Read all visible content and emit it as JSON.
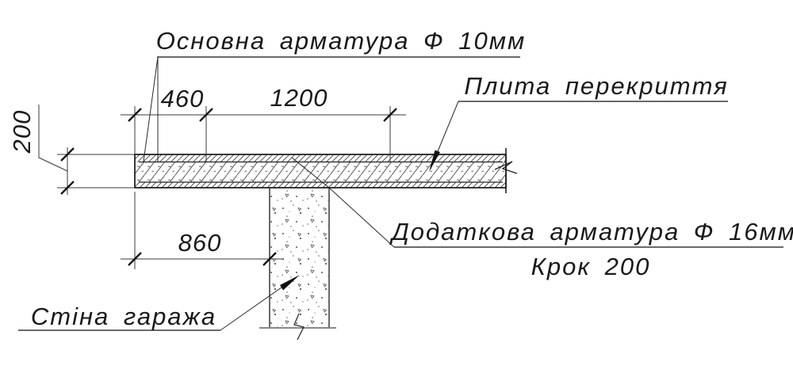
{
  "drawing": {
    "type": "structural-detail-section",
    "labels": {
      "main_rebar": "Основна арматура Ф 10мм",
      "slab": "Плита перекриття",
      "extra_rebar": "Додаткова арматура Ф 16мм",
      "extra_rebar_step": "Крок 200",
      "wall": "Стіна гаража"
    },
    "dimensions": {
      "top_left": "460",
      "top_right": "1200",
      "slab_thickness": "200",
      "wall_offset": "860"
    },
    "colors": {
      "background": "#ffffff",
      "object_line": "#222222",
      "thin_line": "#3a3a3a",
      "hatch": "#3a3a3a",
      "concrete_speckle": "#555555",
      "wall_base_line": "#888888"
    }
  }
}
